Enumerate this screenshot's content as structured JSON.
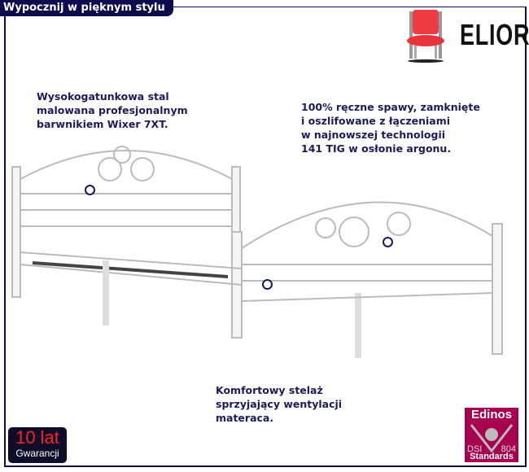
{
  "header": {
    "title": "Wypocznij w pięknym stylu"
  },
  "brand": {
    "name": "ELIOR",
    "logo_icon": "chair-icon",
    "accent": "#e8333c"
  },
  "annotations": [
    {
      "lines": [
        "Wysokogatunkowa stal",
        "malowana profesjonalnym",
        "barwnikiem Wixer 7XT."
      ]
    },
    {
      "lines": [
        "100% ręczne spawy, zamknięte",
        "i oszlifowane z łączeniami",
        "w najnowszej technologii",
        "141 TIG w osłonie argonu."
      ]
    },
    {
      "lines": [
        "Komfortowy stelaż",
        "sprzyjający wentylacji",
        "materaca."
      ]
    }
  ],
  "warranty": {
    "big": "10 lat",
    "small": "Gwarancji"
  },
  "certificate": {
    "title": "Edinos",
    "left": "DSI",
    "right": "804",
    "bottom": "Standards"
  },
  "colors": {
    "navy": "#0d0b4d",
    "text": "#1b1a5c",
    "cert": "#a7004f"
  }
}
